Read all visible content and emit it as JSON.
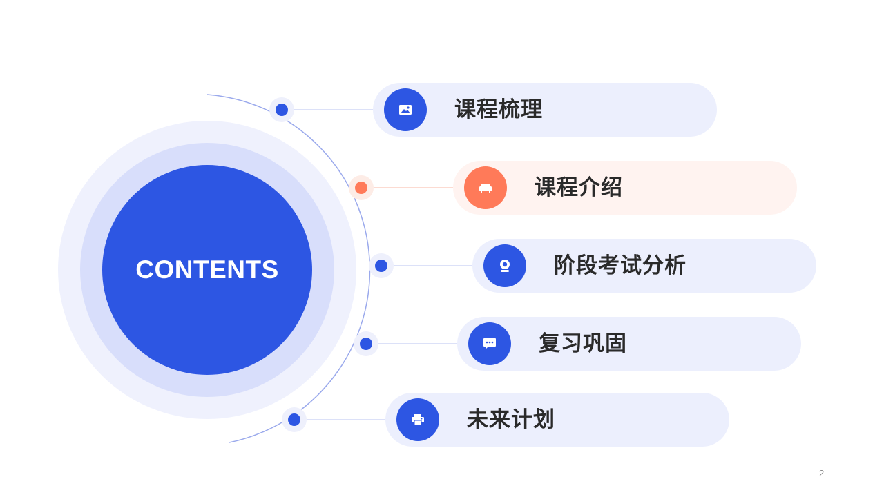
{
  "core": {
    "title": "CONTENTS"
  },
  "items": [
    {
      "label": "课程梳理",
      "icon": "image-icon"
    },
    {
      "label": "课程介绍",
      "icon": "sofa-icon"
    },
    {
      "label": "阶段考试分析",
      "icon": "webcam-icon"
    },
    {
      "label": "复习巩固",
      "icon": "chat-bubble-icon"
    },
    {
      "label": "未来计划",
      "icon": "printer-icon"
    }
  ],
  "page_number": "2",
  "colors": {
    "primary": "#2d56e3",
    "accent": "#ff7a59",
    "pill": "#eceffd",
    "pill_accent": "#fff3f0"
  }
}
